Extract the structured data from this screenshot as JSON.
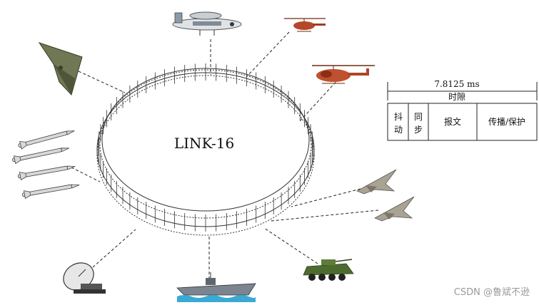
{
  "diagram": {
    "center_label": "LINK-16",
    "nodes": [
      {
        "id": "awacs",
        "icon": "awacs-aircraft-icon"
      },
      {
        "id": "helicopter-small",
        "icon": "attack-helicopter-icon"
      },
      {
        "id": "helicopter-large",
        "icon": "attack-helicopter-icon"
      },
      {
        "id": "flying-wing",
        "icon": "flying-wing-aircraft-icon"
      },
      {
        "id": "missiles",
        "icon": "missile-icon"
      },
      {
        "id": "fighter-1",
        "icon": "fighter-jet-icon"
      },
      {
        "id": "fighter-2",
        "icon": "fighter-jet-icon"
      },
      {
        "id": "radar",
        "icon": "radar-dish-icon"
      },
      {
        "id": "ship",
        "icon": "warship-icon"
      },
      {
        "id": "armored-vehicle",
        "icon": "armored-vehicle-icon"
      }
    ]
  },
  "timeslot": {
    "duration": "7.8125 ms",
    "label": "时隙",
    "fields": [
      {
        "label": "抖\n动"
      },
      {
        "label": "同\n步"
      },
      {
        "label": "报文"
      },
      {
        "label": "传播/保护"
      }
    ]
  },
  "watermark": "CSDN @鲁斌不逊"
}
